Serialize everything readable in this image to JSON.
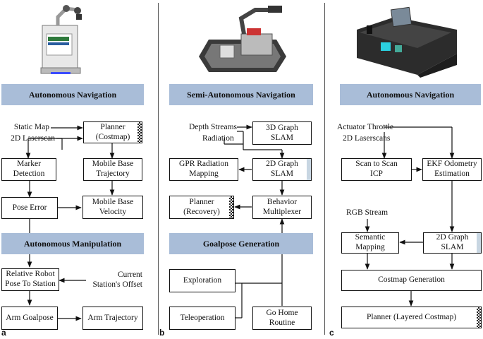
{
  "panel_a": {
    "label": "a",
    "header_nav": "Autonomous Navigation",
    "header_manip": "Autonomous Manipulation",
    "input_static_map": "Static Map",
    "input_laserscan": "2D Laserscan",
    "planner": "Planner\n(Costmap)",
    "marker_detection": "Marker\nDetection",
    "mobile_base_trajectory": "Mobile Base\nTrajectory",
    "pose_error": "Pose Error",
    "mobile_base_velocity": "Mobile Base\nVelocity",
    "relative_pose": "Relative Robot\nPose To Station",
    "current_offset": "Current\nStation's Offset",
    "arm_goalpose": "Arm Goalpose",
    "arm_trajectory": "Arm Trajectory"
  },
  "panel_b": {
    "label": "b",
    "header_nav": "Semi-Autonomous Navigation",
    "header_goal": "Goalpose Generation",
    "input_depth": "Depth Streams",
    "input_radiation": "Radiation",
    "slam_3d": "3D Graph\nSLAM",
    "gpr": "GPR Radiation\nMapping",
    "slam_2d": "2D Graph\nSLAM",
    "planner_recovery": "Planner\n(Recovery)",
    "behavior_mux": "Behavior\nMultiplexer",
    "exploration": "Exploration",
    "teleoperation": "Teleoperation",
    "go_home": "Go Home\nRoutine"
  },
  "panel_c": {
    "label": "c",
    "header_nav": "Autonomous Navigation",
    "input_throttle": "Actuator Throttle",
    "input_laserscans": "2D Laserscans",
    "scan_icp": "Scan to Scan\nICP",
    "ekf": "EKF Odometry\nEstimation",
    "input_rgb": "RGB Stream",
    "semantic": "Semantic\nMapping",
    "slam_2d": "2D Graph\nSLAM",
    "costmap_gen": "Costmap Generation",
    "planner_layered": "Planner (Layered Costmap)"
  }
}
